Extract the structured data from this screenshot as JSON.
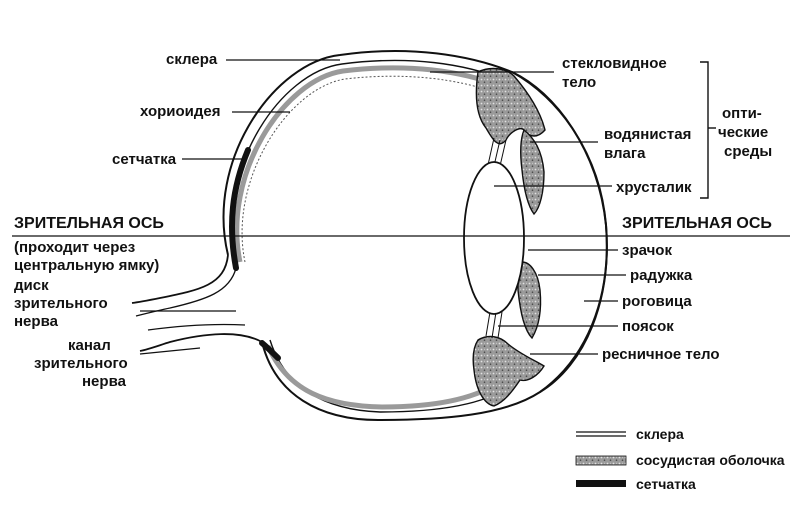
{
  "colors": {
    "ink": "#111111",
    "tissue": "#8f8f8f",
    "tissue_light": "#c9c9c9",
    "background": "#ffffff"
  },
  "labels": {
    "sclera": "склера",
    "choroid": "хориоидея",
    "retina": "сетчатка",
    "visual_axis_left": "ЗРИТЕЛЬНАЯ ОСЬ",
    "fovea_note_line1": "(проходит через",
    "fovea_note_line2": "центральную ямку)",
    "optic_disc_line1": "диск",
    "optic_disc_line2": "зрительного",
    "optic_disc_line3": "нерва",
    "nerve_canal_line1": "канал",
    "nerve_canal_line2": "зрительного",
    "nerve_canal_line3": "нерва",
    "vitreous_line1": "стекловидное",
    "vitreous_line2": "тело",
    "aqueous_line1": "водянистая",
    "aqueous_line2": "влага",
    "lens": "хрусталик",
    "optical_media_line1": "опти-",
    "optical_media_line2": "ческие",
    "optical_media_line3": "среды",
    "visual_axis_right": "ЗРИТЕЛЬНАЯ ОСЬ",
    "pupil": "зрачок",
    "iris": "радужка",
    "cornea": "роговица",
    "zonule": "поясок",
    "ciliary_body": "ресничное тело"
  },
  "legend": {
    "items": [
      {
        "name": "sclera",
        "label": "склера"
      },
      {
        "name": "vascular-coat",
        "label": "сосудистая оболочка"
      },
      {
        "name": "retina",
        "label": "сетчатка"
      }
    ]
  }
}
